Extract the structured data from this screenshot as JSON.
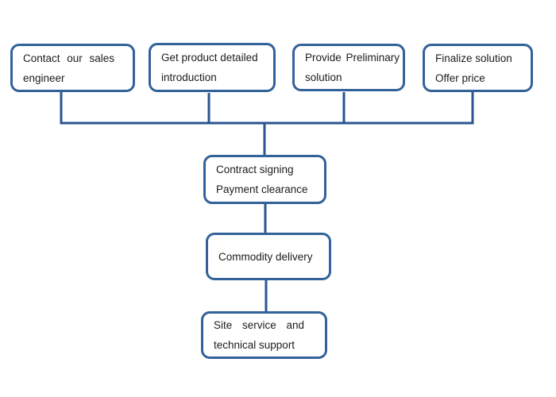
{
  "flowchart": {
    "top_row": [
      {
        "id": "contact-sales-engineer",
        "lines": [
          "Contact our sales",
          "engineer"
        ]
      },
      {
        "id": "product-introduction",
        "lines": [
          "Get product detailed",
          "introduction"
        ]
      },
      {
        "id": "preliminary-solution",
        "lines": [
          "Provide Preliminary",
          "solution"
        ]
      },
      {
        "id": "finalize-solution",
        "lines": [
          "Finalize solution",
          "Offer price"
        ]
      }
    ],
    "sequence": [
      {
        "id": "contract-signing",
        "lines": [
          "Contract signing",
          "Payment clearance"
        ]
      },
      {
        "id": "commodity-delivery",
        "lines": [
          "Commodity delivery"
        ]
      },
      {
        "id": "site-service",
        "lines": [
          "Site service and",
          "technical support"
        ]
      }
    ],
    "colors": {
      "box_border": "#336199",
      "connector": "#2a5590",
      "text": "#1c1c1c",
      "background": "#ffffff"
    }
  }
}
